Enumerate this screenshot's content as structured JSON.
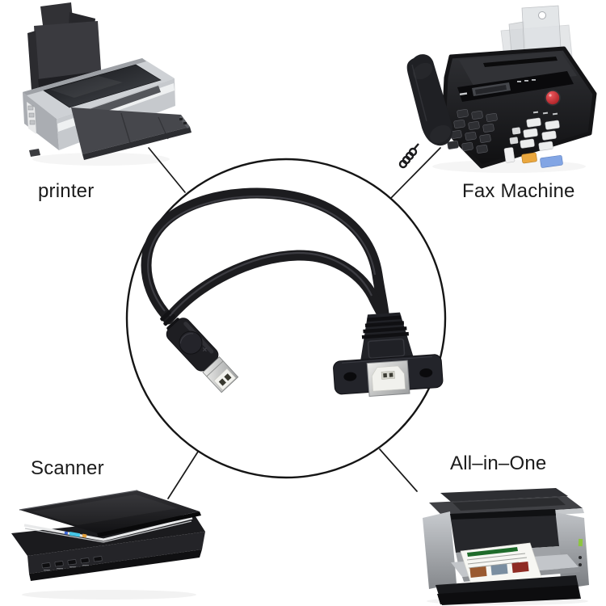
{
  "page": {
    "type": "product-compatibility-infographic",
    "background": "#ffffff"
  },
  "center_item": "usb-a-male-to-usb-b-female-panel-mount-cable-photo",
  "devices": {
    "printer": {
      "label": "printer",
      "icon": "inkjet-printer-photo"
    },
    "fax": {
      "label": "Fax Machine",
      "icon": "fax-machine-photo"
    },
    "scanner": {
      "label": "Scanner",
      "icon": "flatbed-scanner-photo"
    },
    "allinone": {
      "label": "All–in–One",
      "icon": "all-in-one-printer-photo"
    }
  },
  "colors": {
    "label_text": "#1b1b1b",
    "connector_line": "#1a1a1a",
    "circle_stroke": "#151515",
    "cable_black": "#1c1c1f",
    "fax_red_button": "#c9242c",
    "fax_orange_button": "#eaa73e",
    "fax_blue_button": "#82a5e4",
    "allinone_led_green": "#8dc63f",
    "page_green": "#3aa046",
    "page_yellow": "#e3cf4a"
  }
}
